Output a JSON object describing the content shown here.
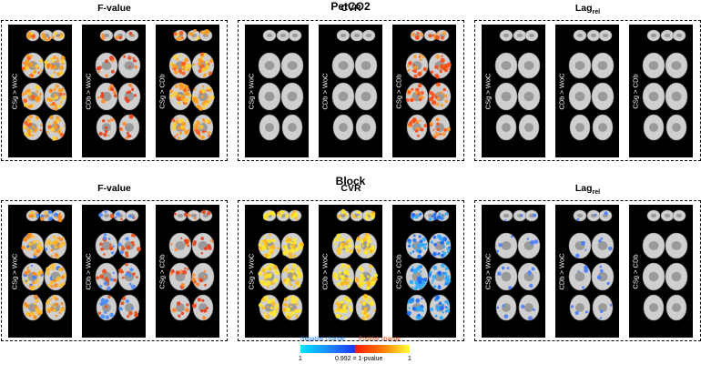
{
  "rows": [
    {
      "title": "PetCO2",
      "groups": [
        {
          "title": "F-value",
          "title_sub": "",
          "labels": [
            "CSg > WoC",
            "CDb > WoC",
            "CSg > CDb"
          ],
          "overlays": [
            "warm-heavy",
            "warm-sparse",
            "warm-heavy"
          ]
        },
        {
          "title": "CVR",
          "title_sub": "",
          "labels": [
            "CSg > WoC",
            "CDb > WoC",
            "CSg > CDb"
          ],
          "overlays": [
            "none",
            "none",
            "warm-medium"
          ]
        },
        {
          "title": "Lag",
          "title_sub": "rel",
          "labels": [
            "CSg > WoC",
            "CDb > WoC",
            "CSg > CDb"
          ],
          "overlays": [
            "none",
            "none",
            "none"
          ]
        }
      ]
    },
    {
      "title": "Block",
      "groups": [
        {
          "title": "F-value",
          "title_sub": "",
          "labels": [
            "CSg > WoC",
            "CDb > WoC",
            "CSg > CDb"
          ],
          "overlays": [
            "warm-heavy-mixed",
            "mixed",
            "warm-sparse"
          ]
        },
        {
          "title": "CVR",
          "title_sub": "",
          "labels": [
            "CSg > WoC",
            "CDb > WoC",
            "CSg > CDb"
          ],
          "overlays": [
            "yellow-full",
            "yellow-full",
            "cool-heavy"
          ]
        },
        {
          "title": "Lag",
          "title_sub": "rel",
          "labels": [
            "CSg > WoC",
            "CDb > WoC",
            "CSg > CDb"
          ],
          "overlays": [
            "cool-sparse",
            "cool-sparse",
            "none"
          ]
        }
      ]
    }
  ],
  "colorbar": {
    "negative_label": "Negative change",
    "positive_label": "Positive change",
    "tick_left": "1",
    "tick_middle": "0.992 = 1-pvalue",
    "tick_right": "1",
    "colors": [
      "#00e5ff",
      "#1a3cff",
      "#ff1f00",
      "#ffff3a"
    ]
  }
}
